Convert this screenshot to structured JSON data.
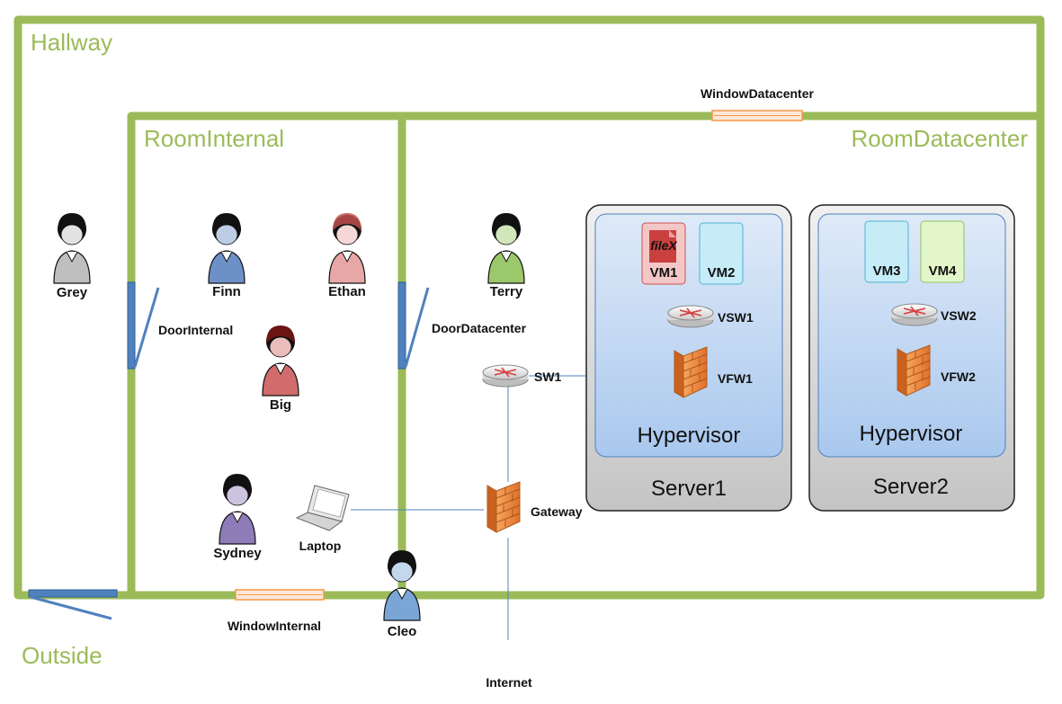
{
  "rooms": {
    "hallway": "Hallway",
    "room_internal": "RoomInternal",
    "room_datacenter": "RoomDatacenter",
    "outside": "Outside"
  },
  "openings": {
    "window_datacenter": "WindowDatacenter",
    "window_internal": "WindowInternal",
    "door_internal": "DoorInternal",
    "door_datacenter": "DoorDatacenter"
  },
  "people": [
    {
      "name": "Grey",
      "color": "#bfbfbf"
    },
    {
      "name": "Finn",
      "color": "#6e90c8"
    },
    {
      "name": "Ethan",
      "color": "#e8a7a7"
    },
    {
      "name": "Big",
      "color": "#d26b6b"
    },
    {
      "name": "Terry",
      "color": "#9bc86b"
    },
    {
      "name": "Sydney",
      "color": "#8e7cb8"
    },
    {
      "name": "Cleo",
      "color": "#7aa6d6"
    }
  ],
  "devices": {
    "laptop": "Laptop",
    "gateway": "Gateway",
    "sw1": "SW1",
    "internet": "Internet"
  },
  "servers": [
    {
      "name": "Server1",
      "hypervisor": "Hypervisor",
      "vms": [
        {
          "name": "VM1",
          "color": "#f4c7c7",
          "file": "fileX"
        },
        {
          "name": "VM2",
          "color": "#c5ecf7"
        }
      ],
      "vsw": "VSW1",
      "vfw": "VFW1"
    },
    {
      "name": "Server2",
      "hypervisor": "Hypervisor",
      "vms": [
        {
          "name": "VM3",
          "color": "#c5ecf7"
        },
        {
          "name": "VM4",
          "color": "#e3f6c9"
        }
      ],
      "vsw": "VSW2",
      "vfw": "VFW2"
    }
  ],
  "colors": {
    "wall": "#9bbb59",
    "link": "#4f81bd",
    "door": "#4f81bd",
    "window": "#f79646",
    "server_box": "#d9d9d9",
    "hypervisor": "#cfe2f7"
  }
}
